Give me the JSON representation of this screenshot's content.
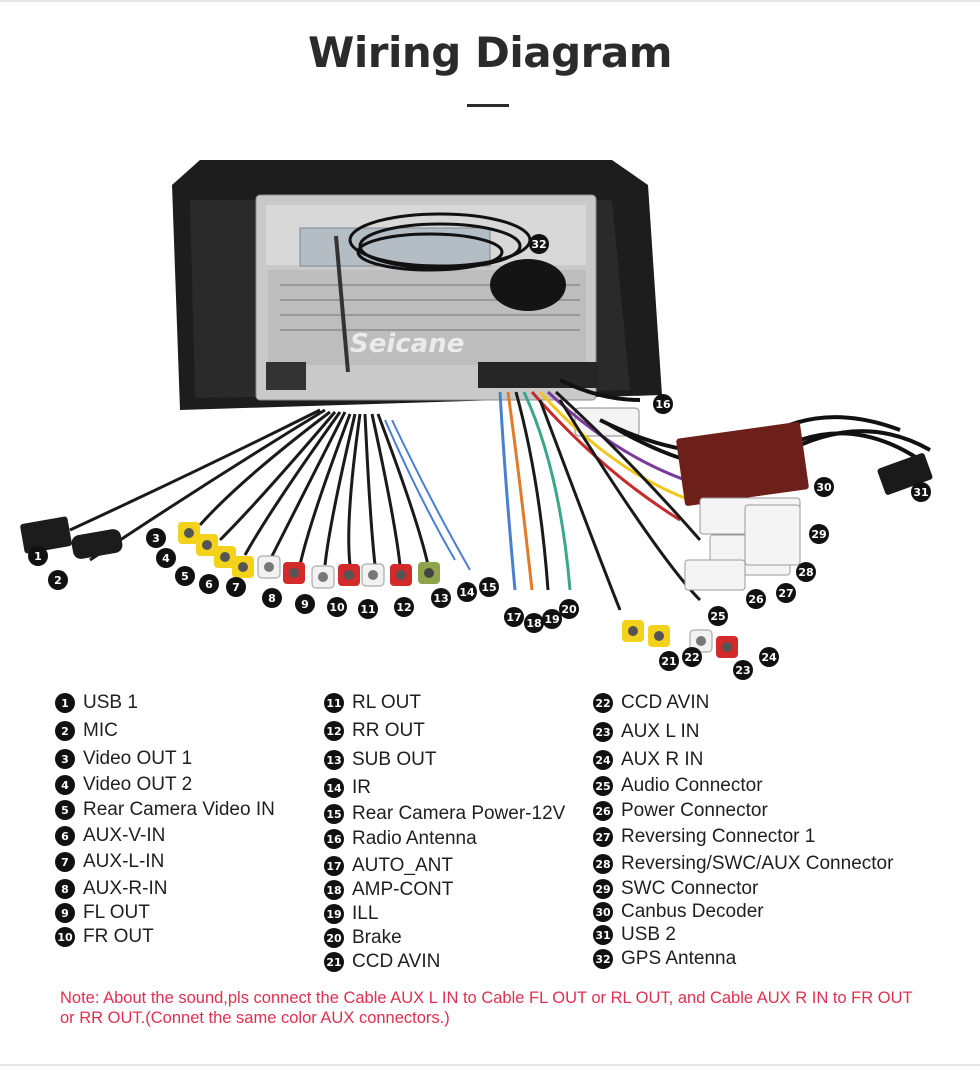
{
  "title": "Wiring Diagram",
  "watermark": "Seicane",
  "legend": [
    {
      "num": "1",
      "label": "USB 1"
    },
    {
      "num": "2",
      "label": "MIC"
    },
    {
      "num": "3",
      "label": "Video OUT 1"
    },
    {
      "num": "4",
      "label": "Video OUT 2"
    },
    {
      "num": "5",
      "label": "Rear Camera Video IN"
    },
    {
      "num": "6",
      "label": "AUX-V-IN"
    },
    {
      "num": "7",
      "label": "AUX-L-IN"
    },
    {
      "num": "8",
      "label": "AUX-R-IN"
    },
    {
      "num": "9",
      "label": "FL OUT"
    },
    {
      "num": "10",
      "label": "FR OUT"
    },
    {
      "num": "11",
      "label": "RL OUT"
    },
    {
      "num": "12",
      "label": "RR OUT"
    },
    {
      "num": "13",
      "label": "SUB OUT"
    },
    {
      "num": "14",
      "label": "IR"
    },
    {
      "num": "15",
      "label": "Rear Camera Power-12V"
    },
    {
      "num": "16",
      "label": "Radio Antenna"
    },
    {
      "num": "17",
      "label": "AUTO_ANT"
    },
    {
      "num": "18",
      "label": "AMP-CONT"
    },
    {
      "num": "19",
      "label": "ILL"
    },
    {
      "num": "20",
      "label": "Brake"
    },
    {
      "num": "21",
      "label": "CCD AVIN"
    },
    {
      "num": "22",
      "label": "CCD AVIN"
    },
    {
      "num": "23",
      "label": "AUX L IN"
    },
    {
      "num": "24",
      "label": "AUX R IN"
    },
    {
      "num": "25",
      "label": "Audio Connector"
    },
    {
      "num": "26",
      "label": "Power Connector"
    },
    {
      "num": "27",
      "label": "Reversing Connector 1"
    },
    {
      "num": "28",
      "label": "Reversing/SWC/AUX Connector"
    },
    {
      "num": "29",
      "label": "SWC Connector"
    },
    {
      "num": "30",
      "label": "Canbus Decoder"
    },
    {
      "num": "31",
      "label": "USB 2"
    },
    {
      "num": "32",
      "label": "GPS Antenna"
    }
  ],
  "note": "Note: About the sound,pls connect the Cable AUX L IN to Cable FL OUT or RL OUT, and Cable AUX R IN to FR OUT or RR OUT.(Connet the same color AUX connectors.)",
  "colors": {
    "note": "#e0304f",
    "rca_yellow": "#f2d21b",
    "rca_white": "#f2f2f2",
    "rca_red": "#d32a2a",
    "rca_green": "#8ea34a",
    "badge": "#111111"
  }
}
